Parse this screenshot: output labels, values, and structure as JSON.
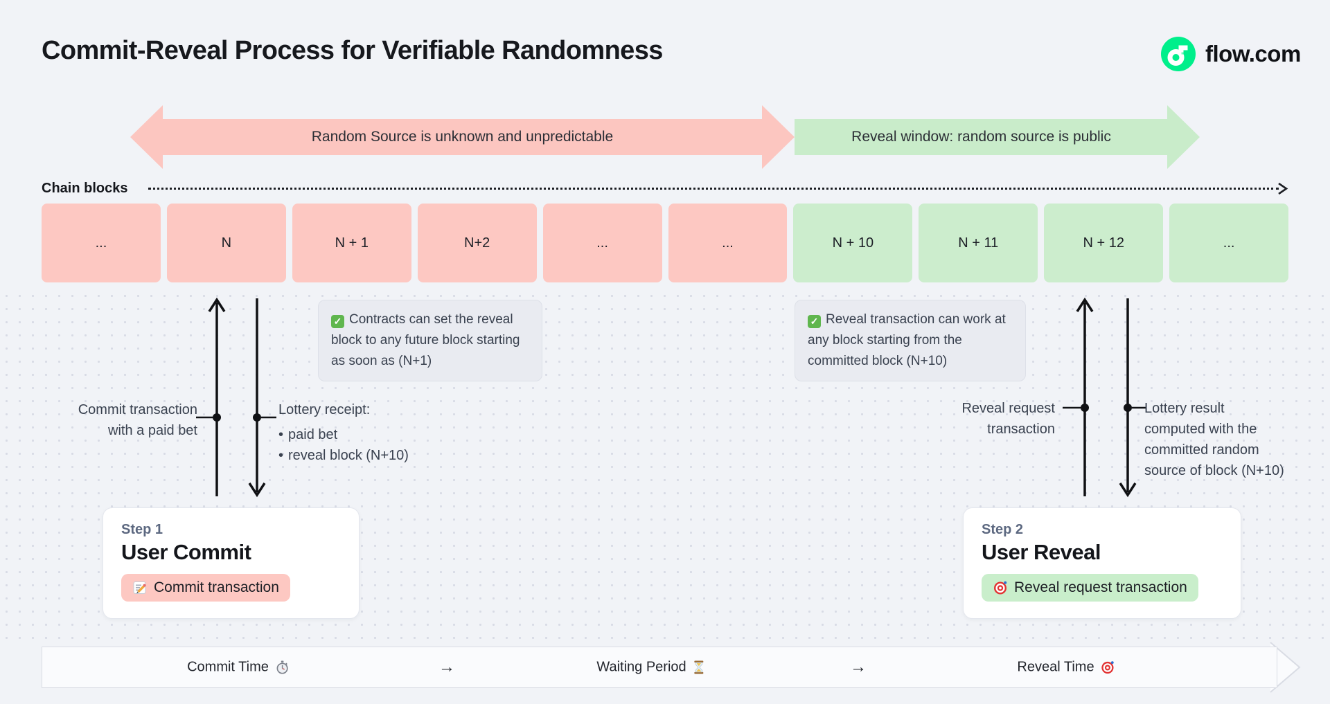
{
  "title": "Commit-Reveal Process for Verifiable Randomness",
  "brand": {
    "name": "flow.com",
    "logo_color": "#00ef8b"
  },
  "phase_arrows": {
    "unknown": {
      "label": "Random Source is unknown and unpredictable",
      "color": "#fcc6c0"
    },
    "reveal": {
      "label": "Reveal window: random source is public",
      "color": "#c9ecca"
    }
  },
  "chain": {
    "label": "Chain blocks",
    "blocks": [
      {
        "label": "...",
        "phase": "commit"
      },
      {
        "label": "N",
        "phase": "commit"
      },
      {
        "label": "N + 1",
        "phase": "commit"
      },
      {
        "label": "N+2",
        "phase": "commit"
      },
      {
        "label": "...",
        "phase": "commit"
      },
      {
        "label": "...",
        "phase": "commit"
      },
      {
        "label": "N + 10",
        "phase": "reveal"
      },
      {
        "label": "N + 11",
        "phase": "reveal"
      },
      {
        "label": "N + 12",
        "phase": "reveal"
      },
      {
        "label": "...",
        "phase": "reveal"
      }
    ]
  },
  "notes": {
    "commit": {
      "icon": "check-mark-button",
      "text": "Contracts can set the reveal block to any future block starting as soon as (N+1)"
    },
    "reveal": {
      "icon": "check-mark-button",
      "text": "Reveal transaction can work at any block starting from the committed block (N+10)"
    }
  },
  "callouts": {
    "commit_tx": {
      "lines": [
        "Commit transaction",
        "with a paid bet"
      ]
    },
    "lottery_receipt": {
      "title": "Lottery receipt:",
      "bullets": [
        "paid bet",
        "reveal block (N+10)"
      ]
    },
    "reveal_tx": {
      "lines": [
        "Reveal request",
        "transaction"
      ]
    },
    "lottery_result": {
      "lines": [
        "Lottery result",
        "computed with the",
        "committed random",
        "source of block (N+10)"
      ]
    }
  },
  "steps": {
    "commit": {
      "eyebrow": "Step 1",
      "title": "User Commit",
      "action": "Commit transaction",
      "icon": "memo"
    },
    "reveal": {
      "eyebrow": "Step 2",
      "title": "User Reveal",
      "action": "Reveal request transaction",
      "icon": "target"
    }
  },
  "footer": {
    "separator": "→",
    "items": [
      {
        "label": "Commit Time",
        "icon": "stopwatch"
      },
      {
        "label": "Waiting Period",
        "icon": "hourglass"
      },
      {
        "label": "Reveal Time",
        "icon": "target"
      }
    ]
  },
  "colors": {
    "commit_pink": "#fdc8c2",
    "reveal_green": "#ccedcd",
    "page_bg": "#f1f3f7",
    "flow_green": "#00ef8b"
  }
}
